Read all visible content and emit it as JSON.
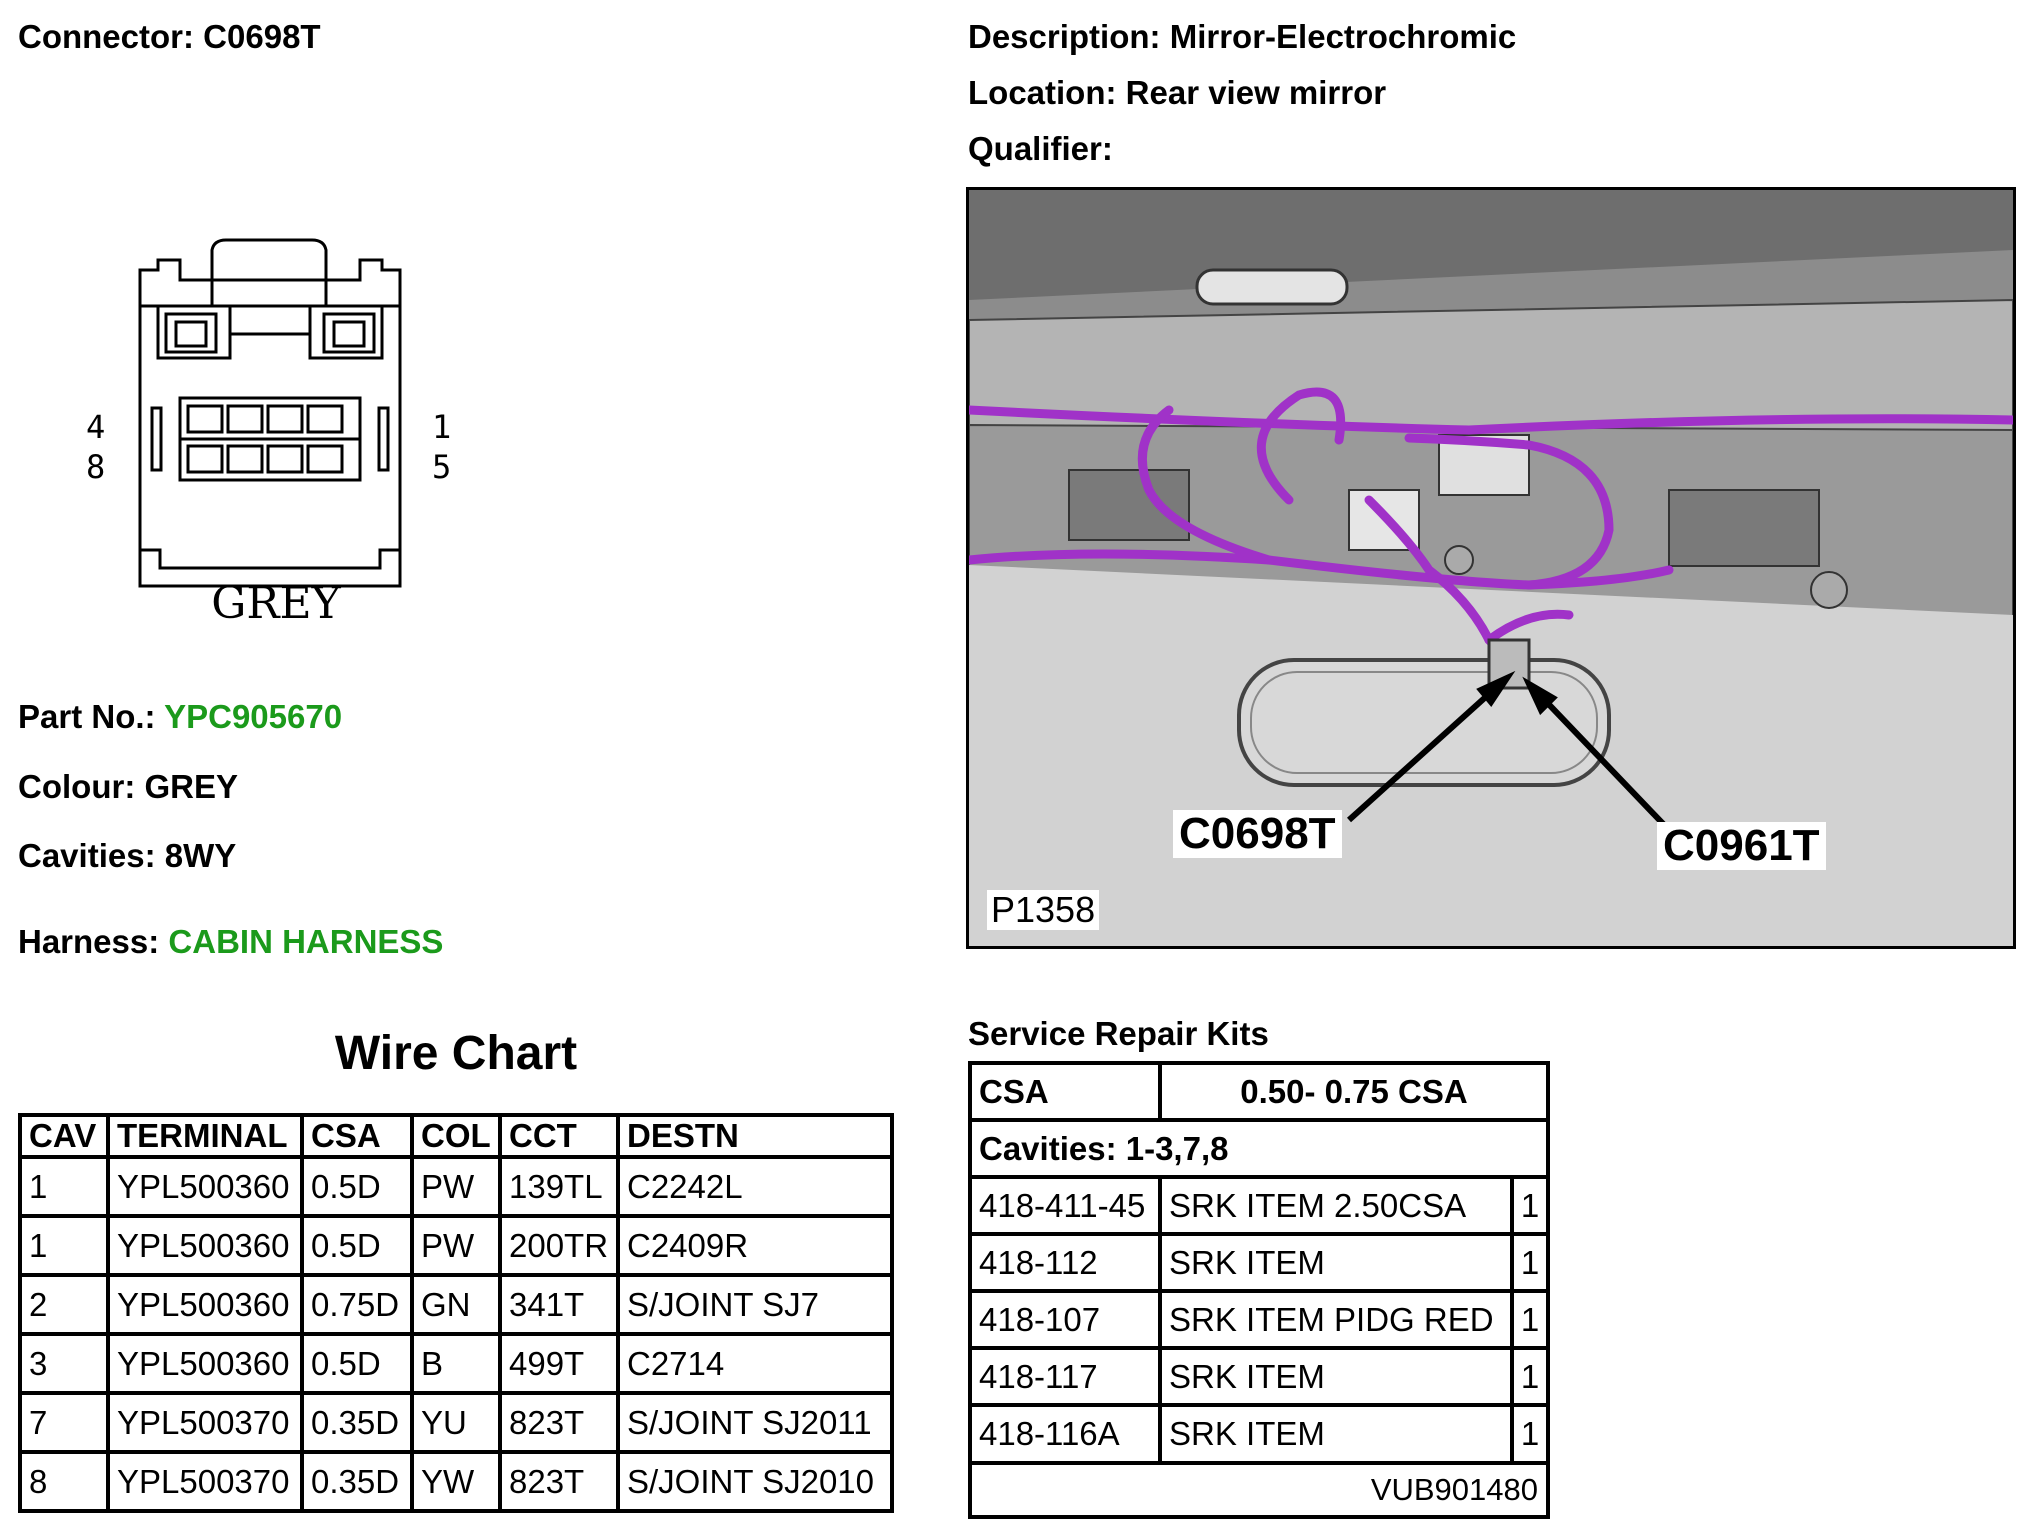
{
  "header": {
    "connector_label": "Connector:",
    "connector_value": "C0698T",
    "description_label": "Description:",
    "description_value": "Mirror-Electrochromic",
    "location_label": "Location:",
    "location_value": "Rear view mirror",
    "qualifier_label": "Qualifier:",
    "qualifier_value": ""
  },
  "connector_diagram": {
    "pin_top_left": "4",
    "pin_bottom_left": "8",
    "pin_top_right": "1",
    "pin_bottom_right": "5",
    "colour_text": "GREY"
  },
  "details": {
    "part_no_label": "Part No.:",
    "part_no_value": "YPC905670",
    "colour_label": "Colour:",
    "colour_value": "GREY",
    "cavities_label": "Cavities:",
    "cavities_value": "8WY",
    "harness_label": "Harness:",
    "harness_value": "CABIN HARNESS",
    "link_color": "#1b9a1b"
  },
  "location_image": {
    "callout_1": "C0698T",
    "callout_2": "C0961T",
    "image_id": "P1358",
    "harness_color": "#a032c8"
  },
  "wire_chart": {
    "title": "Wire Chart",
    "headers": [
      "CAV",
      "TERMINAL",
      "CSA",
      "COL",
      "CCT",
      "DESTN"
    ],
    "rows": [
      [
        "1",
        "YPL500360",
        "0.5D",
        "PW",
        "139TL",
        "C2242L"
      ],
      [
        "1",
        "YPL500360",
        "0.5D",
        "PW",
        "200TR",
        "C2409R"
      ],
      [
        "2",
        "YPL500360",
        "0.75D",
        "GN",
        "341T",
        "S/JOINT SJ7"
      ],
      [
        "3",
        "YPL500360",
        "0.5D",
        "B",
        "499T",
        "C2714"
      ],
      [
        "7",
        "YPL500370",
        "0.35D",
        "YU",
        "823T",
        "S/JOINT SJ2011"
      ],
      [
        "8",
        "YPL500370",
        "0.35D",
        "YW",
        "823T",
        "S/JOINT SJ2010"
      ]
    ]
  },
  "service_repair_kits": {
    "title": "Service Repair Kits",
    "csa_label": "CSA",
    "csa_value": "0.50- 0.75 CSA",
    "cavities_text": "Cavities: 1-3,7,8",
    "rows": [
      [
        "418-411-45",
        "SRK ITEM 2.50CSA",
        "1"
      ],
      [
        "418-112",
        "SRK ITEM",
        "1"
      ],
      [
        "418-107",
        "SRK ITEM PIDG RED",
        "1"
      ],
      [
        "418-117",
        "SRK ITEM",
        "1"
      ],
      [
        "418-116A",
        "SRK ITEM",
        "1"
      ]
    ],
    "footer": "VUB901480"
  }
}
